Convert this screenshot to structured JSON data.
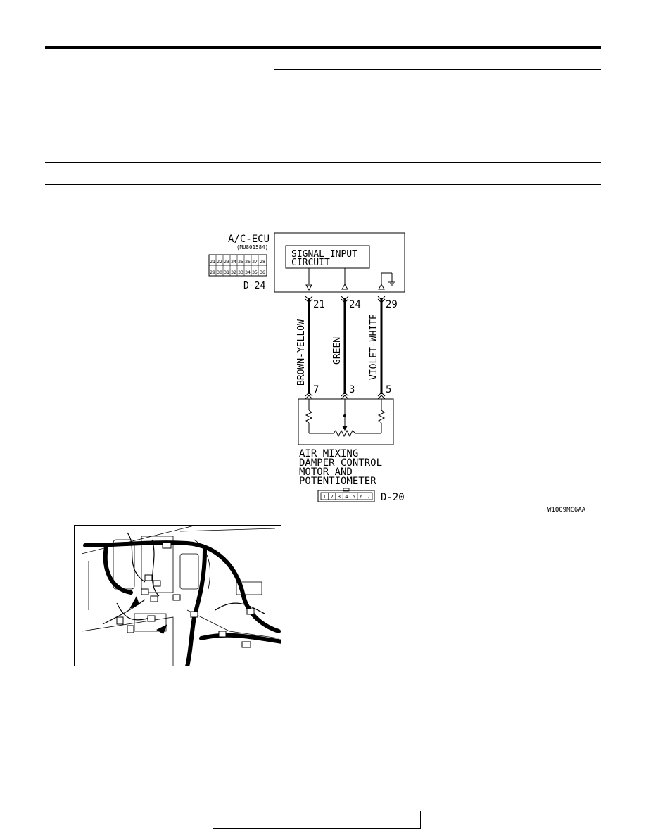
{
  "diagram": {
    "ecu_title": "A/C-ECU",
    "ecu_part": "(MU801584)",
    "ecu_connector": "D-24",
    "ecu_pins_row1": [
      "21",
      "22",
      "23",
      "24",
      "25",
      "26",
      "27",
      "28"
    ],
    "ecu_pins_row2": [
      "29",
      "30",
      "31",
      "32",
      "33",
      "34",
      "35",
      "36"
    ],
    "signal_line1": "SIGNAL INPUT",
    "signal_line2": "CIRCUIT",
    "wires": [
      {
        "ecu_pin": "21",
        "color": "BROWN-YELLOW",
        "motor_pin": "7"
      },
      {
        "ecu_pin": "24",
        "color": "GREEN",
        "motor_pin": "3"
      },
      {
        "ecu_pin": "29",
        "color": "VIOLET-WHITE",
        "motor_pin": "5"
      }
    ],
    "motor_line1": "AIR MIXING",
    "motor_line2": "DAMPER CONTROL",
    "motor_line3": "MOTOR AND",
    "motor_line4": "POTENTIOMETER",
    "motor_connector": "D-20",
    "motor_pins": [
      "1",
      "2",
      "3",
      "4",
      "5",
      "6",
      "7"
    ],
    "figure_code": "W1Q09MC6AA"
  }
}
